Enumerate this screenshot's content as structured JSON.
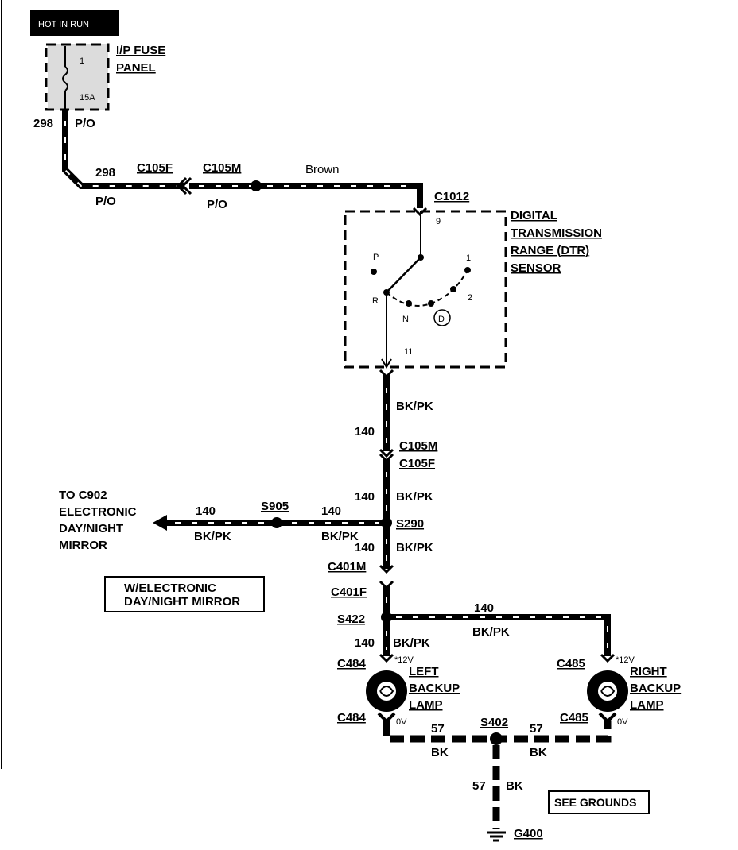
{
  "banner": {
    "text": "HOT IN RUN"
  },
  "fuse": {
    "number": "1",
    "rating": "15A",
    "label_line1": "I/P FUSE",
    "label_line2": "PANEL"
  },
  "circuits": {
    "c298": {
      "number": "298",
      "color": "P/O"
    },
    "c140": {
      "number": "140",
      "color": "BK/PK"
    },
    "c57": {
      "number": "57",
      "color": "BK"
    }
  },
  "connectors": {
    "c105f": "C105F",
    "c105m": "C105M",
    "c1012": "C1012",
    "c401m": "C401M",
    "c401f": "C401F",
    "c484": "C484",
    "c485": "C485"
  },
  "annotations": {
    "brown": "Brown"
  },
  "sensor": {
    "pin_top": "9",
    "pin_bottom": "11",
    "positions": {
      "p": "P",
      "r": "R",
      "n": "N",
      "d": "D",
      "one": "1",
      "two": "2"
    },
    "label_line1": "DIGITAL",
    "label_line2": "TRANSMISSION",
    "label_line3": "RANGE (DTR)",
    "label_line4": "SENSOR"
  },
  "splices": {
    "s290": "S290",
    "s905": "S905",
    "s422": "S422",
    "s402": "S402"
  },
  "mirror": {
    "line1": "TO C902",
    "line2": "ELECTRONIC",
    "line3": "DAY/NIGHT",
    "line4": "MIRROR"
  },
  "note": {
    "line1": "W/ELECTRONIC",
    "line2": "DAY/NIGHT MIRROR"
  },
  "lamps": {
    "voltage_top": "*12V",
    "voltage_bottom": "0V",
    "left": {
      "line1": "LEFT",
      "line2": "BACKUP",
      "line3": "LAMP"
    },
    "right": {
      "line1": "RIGHT",
      "line2": "BACKUP",
      "line3": "LAMP"
    }
  },
  "grounds": {
    "g400": "G400",
    "see_grounds": "SEE GROUNDS"
  }
}
